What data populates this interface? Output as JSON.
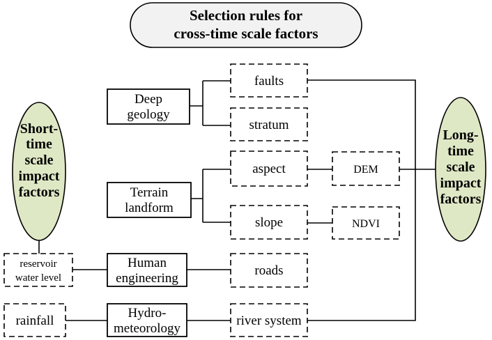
{
  "title": {
    "line1": "Selection rules for",
    "line2": "cross-time scale factors"
  },
  "short_time": {
    "lines": [
      "Short-",
      "time",
      "scale",
      "impact",
      "factors"
    ]
  },
  "long_time": {
    "lines": [
      "Long-",
      "time",
      "scale",
      "impact",
      "factors"
    ]
  },
  "categories": {
    "deep_geology": [
      "Deep",
      "geology"
    ],
    "terrain_landform": [
      "Terrain",
      "landform"
    ],
    "human_engineering": [
      "Human",
      "engineering"
    ],
    "hydro_meteorology": [
      "Hydro-",
      "meteorology"
    ]
  },
  "factors": {
    "faults": "faults",
    "stratum": "stratum",
    "aspect": "aspect",
    "slope": "slope",
    "roads": "roads",
    "river_system": "river system",
    "dem": "DEM",
    "ndvi": "NDVI",
    "reservoir_water_level": [
      "reservoir",
      "water level"
    ],
    "rainfall": "rainfall"
  },
  "colors": {
    "ellipse_fill": "#dfe8c5",
    "title_fill": "#f2f2f2",
    "stroke": "#000000"
  }
}
